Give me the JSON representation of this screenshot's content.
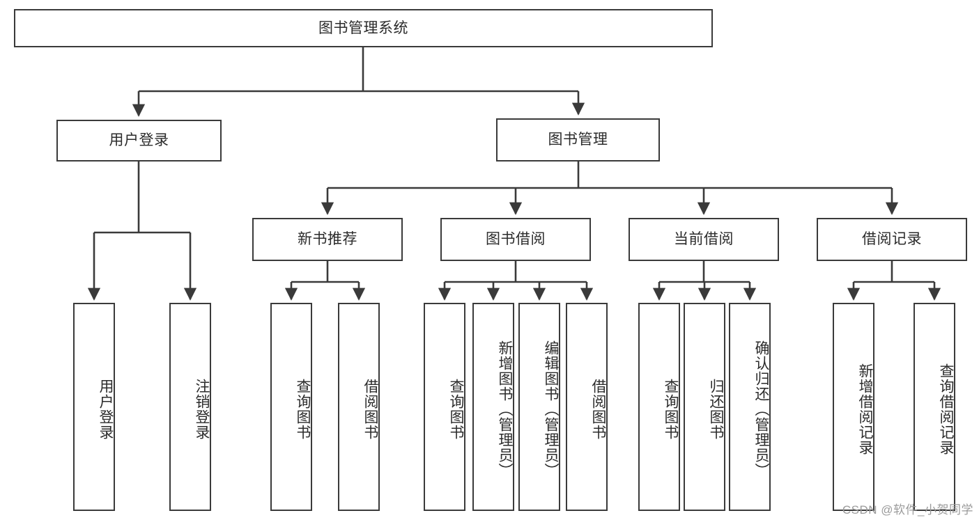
{
  "diagram": {
    "title": "图书管理系统",
    "watermark": "CSDN @软件_小贺同学",
    "line_color": "#3a3a3a",
    "text_color": "#2b2b2b",
    "background": "#ffffff",
    "root": {
      "id": "root",
      "label": "图书管理系统",
      "orientation": "horizontal"
    },
    "level2": [
      {
        "id": "user-login",
        "label": "用户登录",
        "orientation": "horizontal"
      },
      {
        "id": "book-manage",
        "label": "图书管理",
        "orientation": "horizontal"
      }
    ],
    "level3": [
      {
        "id": "new-book-recommend",
        "label": "新书推荐",
        "orientation": "horizontal"
      },
      {
        "id": "book-borrow",
        "label": "图书借阅",
        "orientation": "horizontal"
      },
      {
        "id": "current-borrow",
        "label": "当前借阅",
        "orientation": "horizontal"
      },
      {
        "id": "borrow-record",
        "label": "借阅记录",
        "orientation": "horizontal"
      }
    ],
    "leaves": {
      "user_login": [
        {
          "id": "leaf-user-login",
          "label": "用户登录",
          "orientation": "vertical"
        },
        {
          "id": "leaf-logout-login",
          "label": "注销登录",
          "orientation": "vertical"
        }
      ],
      "new_book_recommend": [
        {
          "id": "leaf-query-book-1",
          "label": "查询图书",
          "orientation": "vertical"
        },
        {
          "id": "leaf-borrow-book-1",
          "label": "借阅图书",
          "orientation": "vertical"
        }
      ],
      "book_borrow": [
        {
          "id": "leaf-query-book-2",
          "label": "查询图书",
          "orientation": "vertical"
        },
        {
          "id": "leaf-add-book",
          "label": "新增图书（管理员）",
          "orientation": "vertical"
        },
        {
          "id": "leaf-edit-book",
          "label": "编辑图书（管理员）",
          "orientation": "vertical"
        },
        {
          "id": "leaf-borrow-book-2",
          "label": "借阅图书",
          "orientation": "vertical"
        }
      ],
      "current_borrow": [
        {
          "id": "leaf-query-book-3",
          "label": "查询图书",
          "orientation": "vertical"
        },
        {
          "id": "leaf-return-book",
          "label": "归还图书",
          "orientation": "vertical"
        },
        {
          "id": "leaf-confirm-return",
          "label": "确认归还（管理员）",
          "orientation": "vertical"
        }
      ],
      "borrow_record": [
        {
          "id": "leaf-add-record",
          "label": "新增借阅记录",
          "orientation": "vertical"
        },
        {
          "id": "leaf-query-record",
          "label": "查询借阅记录",
          "orientation": "vertical"
        }
      ]
    }
  }
}
